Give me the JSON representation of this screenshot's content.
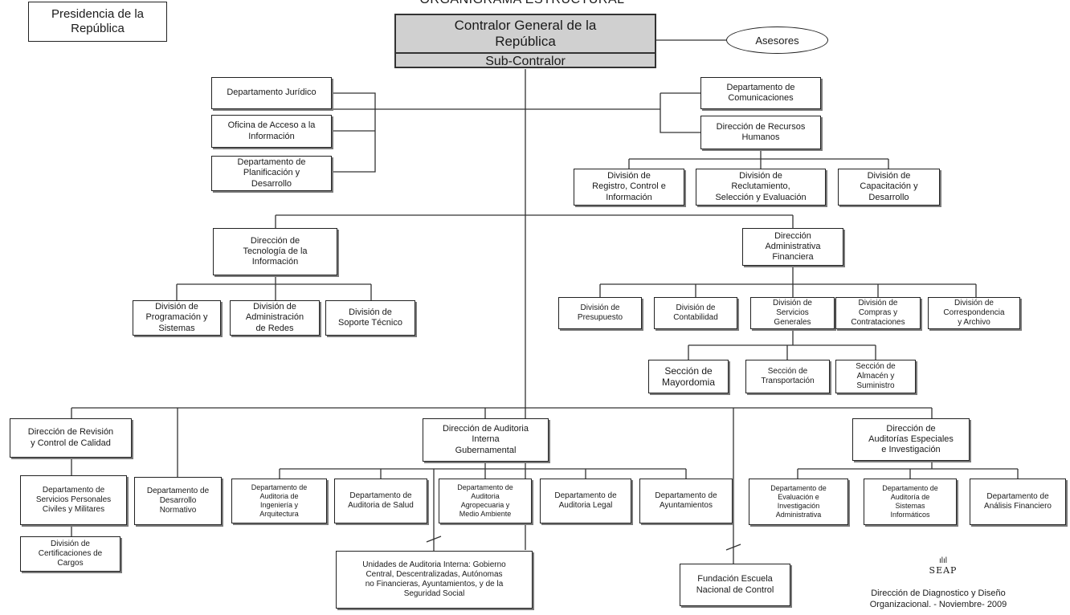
{
  "title": "ORGANIGRAMA ESTRUCTURAL",
  "top": {
    "presidencia": "Presidencia de la\nRepública",
    "contralor": "Contralor General de la\nRepública",
    "subcontralor": "Sub-Contralor",
    "asesores": "Asesores"
  },
  "staff_left": {
    "juridico": "Departamento Jurídico",
    "acceso": "Oficina de Acceso a la\nInformación",
    "planificacion": "Departamento de\nPlanificación y\nDesarrollo"
  },
  "staff_right": {
    "comunicaciones": "Departamento de\nComunicaciones",
    "rrhh": "Dirección de Recursos\nHumanos",
    "registro": "División de\nRegistro, Control e\nInformación",
    "reclutamiento": "División de\nReclutamiento,\nSelección y Evaluación",
    "capacitacion": "División de\nCapacitación y\nDesarrollo"
  },
  "ti": {
    "dir": "Dirección de\nTecnología de la\nInformación",
    "programacion": "División de\nProgramación y\nSistemas",
    "redes": "División de\nAdministración\nde Redes",
    "soporte": "División de\nSoporte Técnico"
  },
  "admin": {
    "dir": "Dirección\nAdministrativa\nFinanciera",
    "presupuesto": "División de\nPresupuesto",
    "contabilidad": "División de\nContabilidad",
    "servicios": "División de\nServicios\nGenerales",
    "compras": "División de\nCompras y\nContrataciones",
    "correspondencia": "División de\nCorrespondencia\ny Archivo",
    "mayordomia": "Sección de\nMayordomia",
    "transportacion": "Sección de\nTransportación",
    "almacen": "Sección de\nAlmacén y\nSuministro"
  },
  "revision": {
    "dir": "Dirección de Revisión\ny Control de Calidad",
    "servicios_personales": "Departamento de\nServicios Personales\nCiviles y Militares",
    "certificaciones": "División de\nCertificaciones de\nCargos"
  },
  "normativo": "Departamento de\nDesarrollo\nNormativo",
  "auditoria": {
    "dir": "Dirección de Auditoria\nInterna\nGubernamental",
    "ingenieria": "Departamento de\nAuditoria de\nIngeniería y\nArquitectura",
    "salud": "Departamento de\nAuditoria de Salud",
    "agropecuaria": "Departamento de\nAuditoria\nAgropecuaria y\nMedio Ambiente",
    "legal": "Departamento de\nAuditoria Legal",
    "ayuntamientos": "Departamento de\nAyuntamientos",
    "unidades": "Unidades de Auditoria Interna: Gobierno\nCentral, Descentralizadas, Autónomas\nno Financieras, Ayuntamientos, y de la\nSeguridad Social"
  },
  "fundacion": "Fundación Escuela\nNacional de Control",
  "especiales": {
    "dir": "Dirección de\nAuditorías Especiales\ne Investigación",
    "evaluacion": "Departamento de\nEvaluación e\nInvestigación\nAdministrativa",
    "sistemas": "Departamento de\nAuditoría de\nSistemas\nInformáticos",
    "analisis": "Departamento de\nAnálisis Financiero"
  },
  "footer": {
    "logo_mark": "ılıl",
    "logo_word": "SEAP",
    "credit": "Dirección de Diagnostico y Diseño\nOrganizacional. - Noviembre- 2009"
  }
}
